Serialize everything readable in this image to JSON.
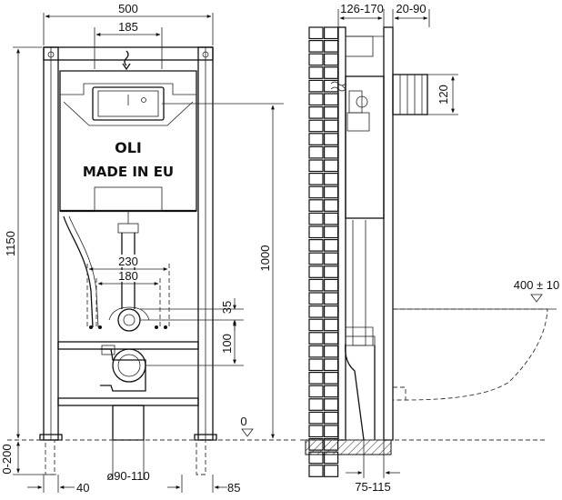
{
  "front_view": {
    "width_label": "500",
    "plate_width_label": "185",
    "height_label": "1150",
    "inner_height_label": "1000",
    "span_outer_label": "230",
    "span_inner_label": "180",
    "rise_label": "35",
    "rise_lower_label": "100",
    "floor_zero_label": "0",
    "floor_range_label": "0-200",
    "left_offset_label": "40",
    "right_offset_label": "85",
    "drain_label": "ø90-110",
    "brand_logo_text": "OLI",
    "made_in_text": "MADE IN EU"
  },
  "side_view": {
    "depth_label": "126-170",
    "offset_label": "20-90",
    "flange_label": "120",
    "bowl_height_label": "400 ± 10",
    "drain_offset_label": "75-115"
  },
  "icons": {
    "flush": "flush-arrow-icon",
    "water": "water-flow-icon"
  }
}
